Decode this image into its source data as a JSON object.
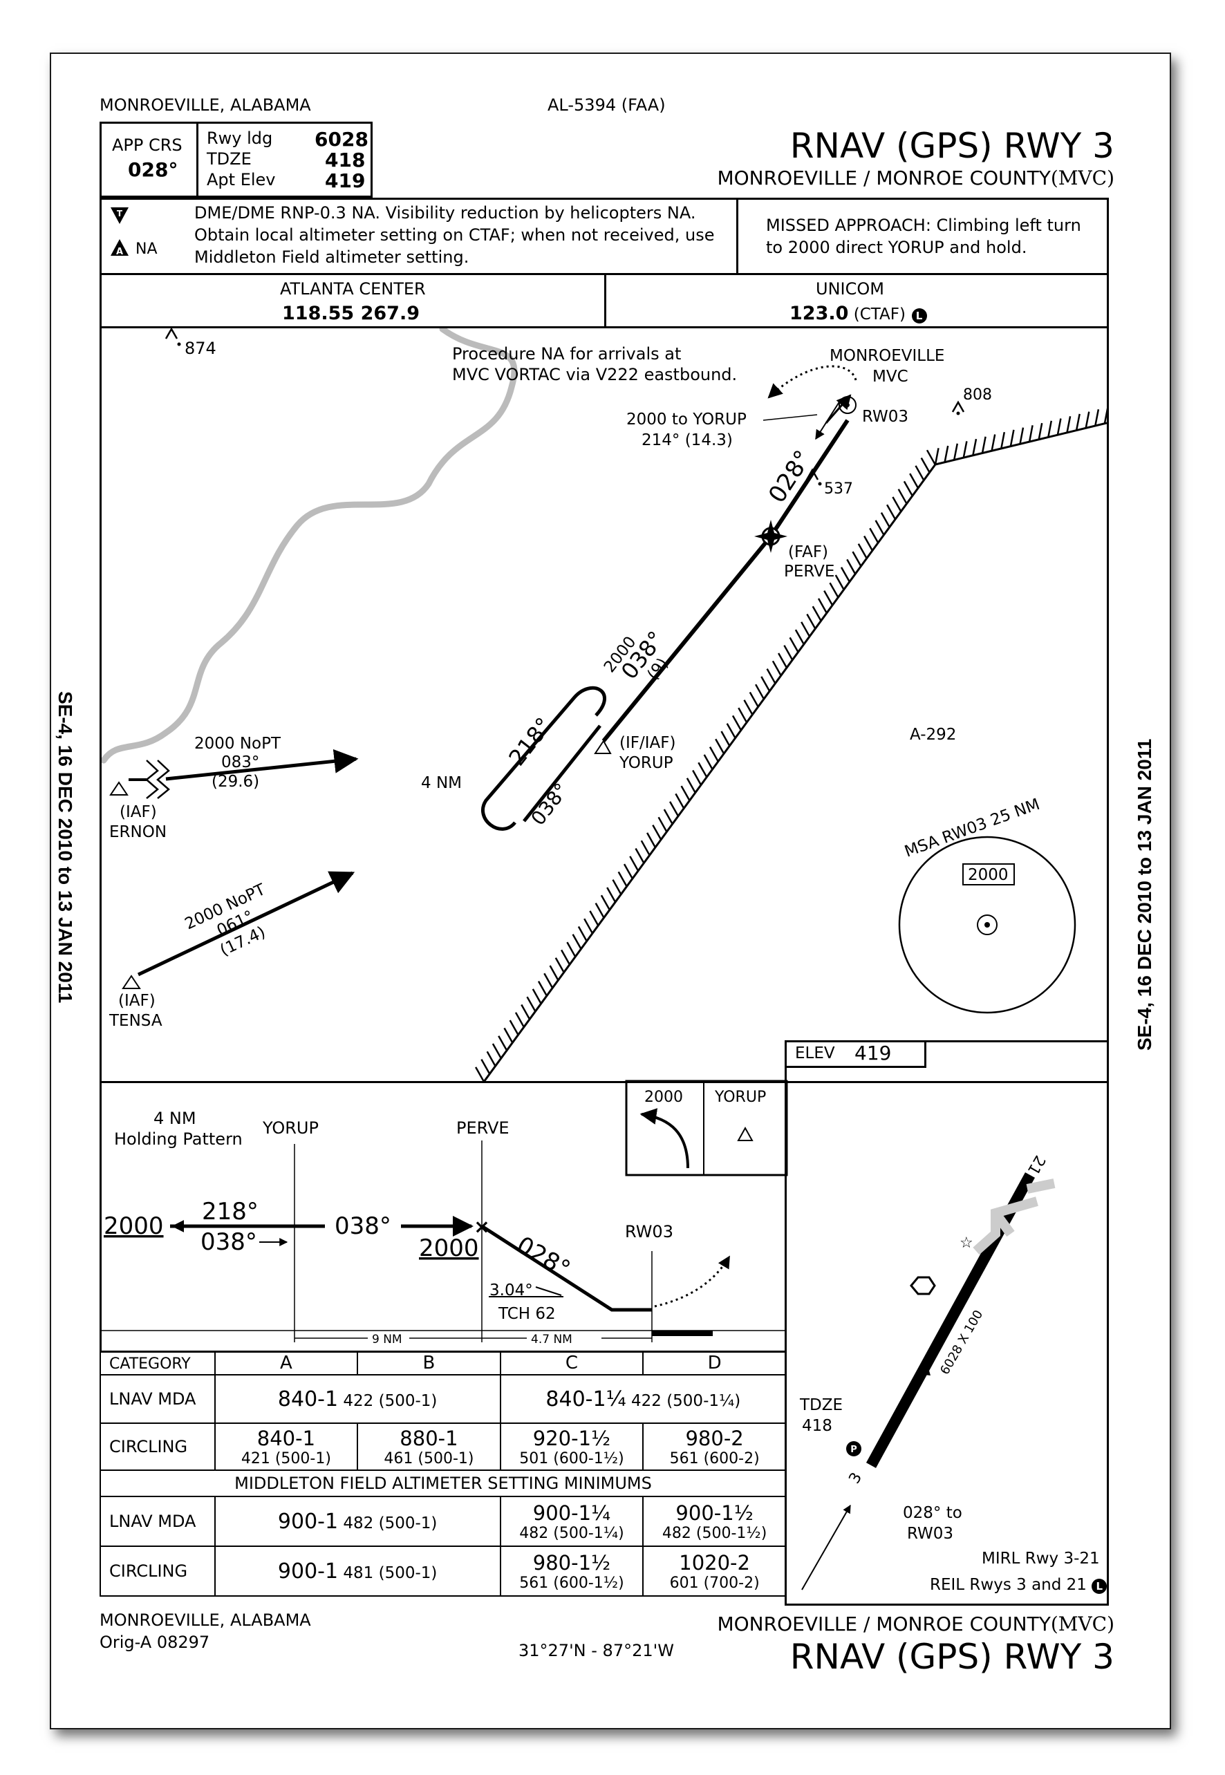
{
  "header": {
    "location": "MONROEVILLE, ALABAMA",
    "chart_id": "AL-5394 (FAA)",
    "title": "RNAV (GPS) RWY 3",
    "airport": "MONROEVILLE / MONROE COUNTY",
    "airport_id": "(MVC)",
    "app_crs_label": "APP CRS",
    "app_crs_value": "028°",
    "rwy_ldg_label": "Rwy ldg",
    "rwy_ldg_value": "6028",
    "tdze_label": "TDZE",
    "tdze_value": "418",
    "apt_elev_label": "Apt Elev",
    "apt_elev_value": "419"
  },
  "notes": {
    "line1": "DME/DME RNP-0.3 NA. Visibility reduction by helicopters NA.",
    "line2": "Obtain local altimeter setting on CTAF; when not received, use",
    "line3": "Middleton Field altimeter setting.",
    "alt_na": "NA",
    "missed1": "MISSED APPROACH: Climbing left turn",
    "missed2": "to 2000 direct YORUP and hold."
  },
  "comms": {
    "center_label": "ATLANTA CENTER",
    "center_freq": "118.55  267.9",
    "unicom_label": "UNICOM",
    "unicom_freq": "123.0",
    "unicom_ctaf": " (CTAF)",
    "lighting_symbol": "L"
  },
  "side_text": "SE-4, 16 DEC 2010 to 13 JAN 2011",
  "planview": {
    "obstacle_874": "874",
    "obstacle_808": "808",
    "obstacle_537": "537",
    "note1": "Procedure NA for arrivals at",
    "note2": "MVC VORTAC via V222 eastbound.",
    "vortac_name": "MONROEVILLE",
    "vortac_id": "MVC",
    "rw03": "RW03",
    "miss_alt": "2000 to YORUP",
    "miss_crs": "214° (14.3)",
    "final_crs": "028°",
    "faf": "(FAF)",
    "perve": "PERVE",
    "seg_alt": "2000",
    "seg_crs": "038°",
    "seg_dist": "(9)",
    "iaf_if": "(IF/IAF)",
    "yorup": "YORUP",
    "hold_out": "218°",
    "hold_in": "038°",
    "hold_len": "4 NM",
    "ernon_alt": "2000 NoPT",
    "ernon_crs": "083°",
    "ernon_dist": "(29.6)",
    "ernon_iaf": "(IAF)",
    "ernon": "ERNON",
    "tensa_alt": "2000 NoPT",
    "tensa_crs": "061°",
    "tensa_dist": "(17.4)",
    "tensa_iaf": "(IAF)",
    "tensa": "TENSA",
    "airspace": "A-292",
    "msa_label": "MSA RW03 25 NM",
    "msa_alt": "2000"
  },
  "profile": {
    "hold_title1": "4 NM",
    "hold_title2": "Holding Pattern",
    "yorup": "YORUP",
    "perve": "PERVE",
    "rw03": "RW03",
    "alt_left": "2000",
    "hold_out": "218°",
    "hold_in": "038°",
    "seg_crs": "038°",
    "alt_perve": "2000",
    "final_crs": "028°",
    "gs": "3.04°",
    "tch": "TCH 62",
    "dist1": "9 NM",
    "dist2": "4.7 NM",
    "missed_alt": "2000",
    "missed_fix": "YORUP"
  },
  "airport_diagram": {
    "elev_label": "ELEV",
    "elev_value": "419",
    "tdze_label": "TDZE",
    "tdze_value": "418",
    "rwy_dims": "6028 X 100",
    "rwy_end_low": "3",
    "rwy_end_high": "21",
    "crs_note1": "028° to",
    "crs_note2": "RW03",
    "lighting1": "MIRL Rwy 3-21",
    "lighting2": "REIL Rwys 3 and 21",
    "pcl_symbol": "L"
  },
  "minimums": {
    "category_label": "CATEGORY",
    "cats": [
      "A",
      "B",
      "C",
      "D"
    ],
    "lnav_label": "LNAV MDA",
    "lnav_ab_main": "840-1",
    "lnav_ab_sub": " 422 (500-1)",
    "lnav_cd_main": "840-1¼",
    "lnav_cd_sub": "  422 (500-1¼)",
    "circling_label": "CIRCLING",
    "circ": [
      {
        "main": "840-1",
        "sub": "421 (500-1)"
      },
      {
        "main": "880-1",
        "sub": "461 (500-1)"
      },
      {
        "main": "920-1½",
        "sub": "501 (600-1½)"
      },
      {
        "main": "980-2",
        "sub": "561 (600-2)"
      }
    ],
    "middleton_title": "MIDDLETON FIELD ALTIMETER SETTING MINIMUMS",
    "m_lnav_ab_main": "900-1",
    "m_lnav_ab_sub": " 482 (500-1)",
    "m_lnav_c": {
      "main": "900-1¼",
      "sub": "482 (500-1¼)"
    },
    "m_lnav_d": {
      "main": "900-1½",
      "sub": "482 (500-1½)"
    },
    "m_circ_ab_main": "900-1",
    "m_circ_ab_sub": " 481 (500-1)",
    "m_circ_c": {
      "main": "980-1½",
      "sub": "561 (600-1½)"
    },
    "m_circ_d": {
      "main": "1020-2",
      "sub": "601 (700-2)"
    }
  },
  "footer": {
    "location": "MONROEVILLE, ALABAMA",
    "orig": "Orig-A  08297",
    "coords": "31°27'N - 87°21'W",
    "airport": "MONROEVILLE / MONROE COUNTY",
    "airport_id": "(MVC)",
    "title": "RNAV (GPS) RWY 3"
  }
}
